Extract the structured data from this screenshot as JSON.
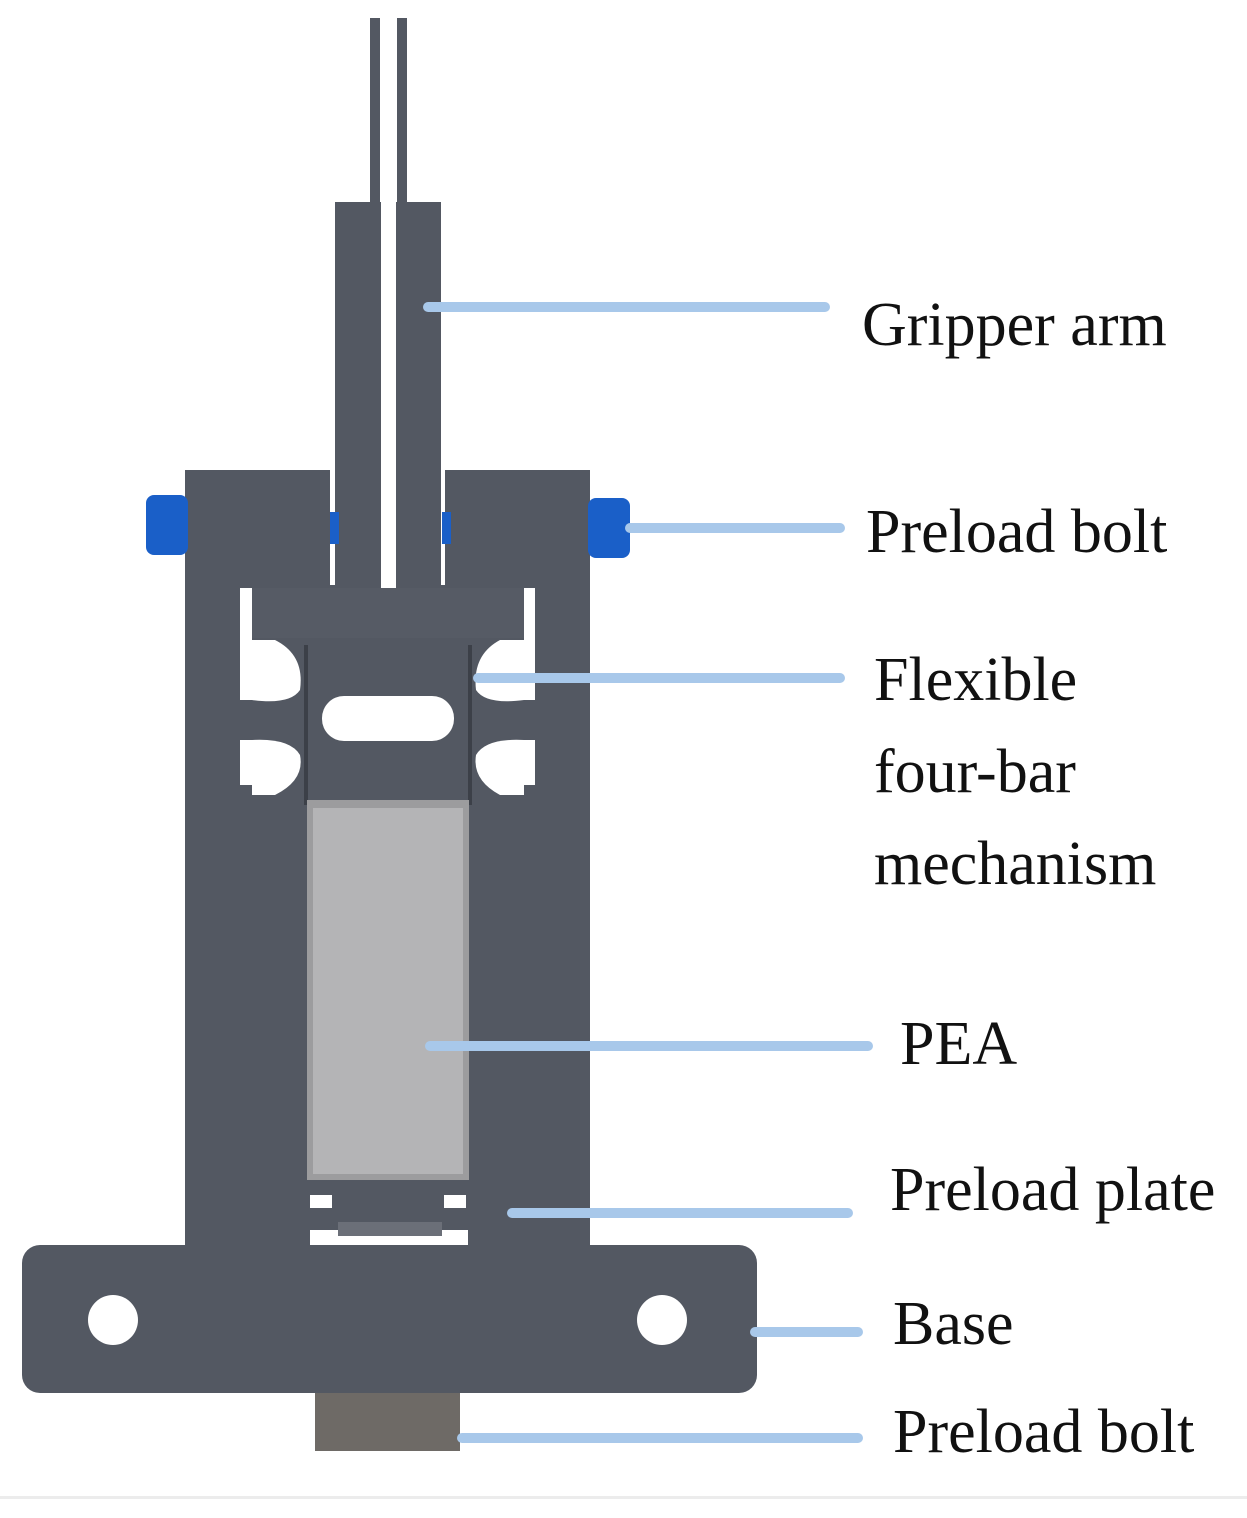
{
  "labels": {
    "gripper_arm": "Gripper arm",
    "preload_bolt_top": "Preload bolt",
    "flexible_line1": "Flexible",
    "flexible_line2": "four-bar",
    "flexible_line3": "mechanism",
    "pea": "PEA",
    "preload_plate": "Preload plate",
    "base": "Base",
    "preload_bolt_bottom": "Preload bolt"
  },
  "colors": {
    "body": "#535862",
    "bolt_blue": "#1a5fc8",
    "leader_line": "#a8c8ea",
    "pea": "#b4b4b6",
    "bottom_bolt": "#6e6a66",
    "background": "#ffffff"
  }
}
